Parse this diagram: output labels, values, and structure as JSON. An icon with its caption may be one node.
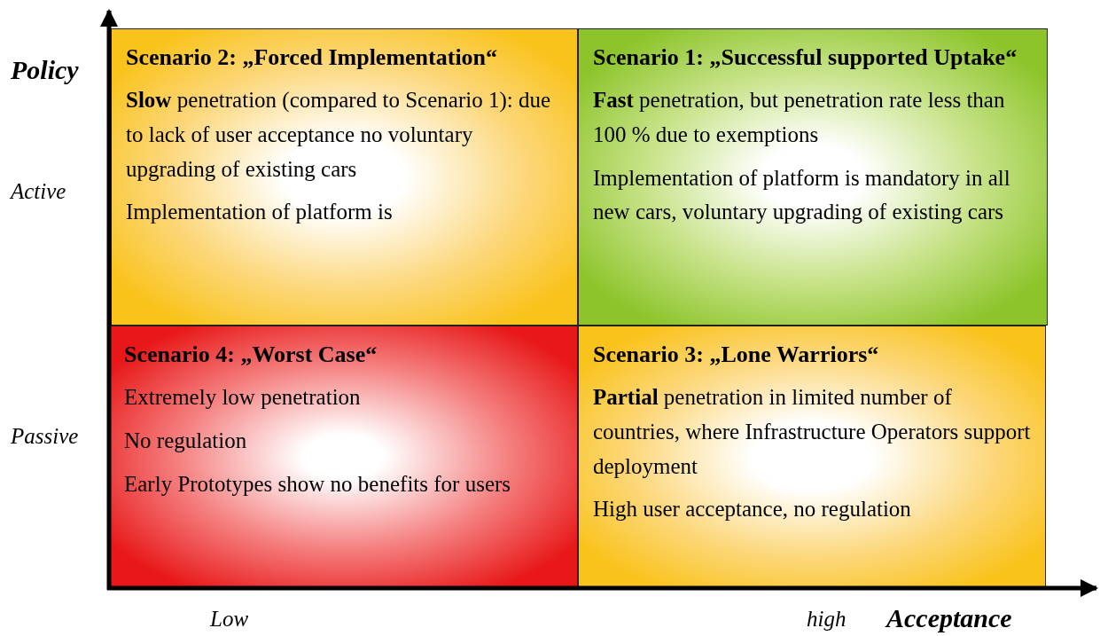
{
  "diagram": {
    "nodes": [
      {
        "text": [
          "Scenario 2: „Forced Implementation“",
          "**Slow** penetration (compared to Scenario 1): due to lack of user acceptance no voluntary upgrading of existing cars",
          "Implementation of platform is"
        ]
      },
      {
        "text": [
          "Scenario 1: „Successful supported Uptake“",
          "**Fast** penetration, but penetration rate less than 100 % due to exemptions",
          "Implementation of platform is mandatory in all new cars, voluntary upgrading of existing cars"
        ]
      },
      {
        "text": [
          "Scenario 4: „Worst Case“",
          "Extremely low penetration",
          "No regulation",
          "Early Prototypes show no benefits for users"
        ]
      },
      {
        "text": [
          "Scenario 3: „Lone Warriors“",
          "**Partial** penetration in limited number of countries, where Infrastructure Operators support deployment",
          "High user acceptance, no regulation"
        ]
      }
    ],
    "labels": [
      "Policy",
      "Active",
      "Passive",
      "Low",
      "high",
      "Acceptance"
    ]
  }
}
